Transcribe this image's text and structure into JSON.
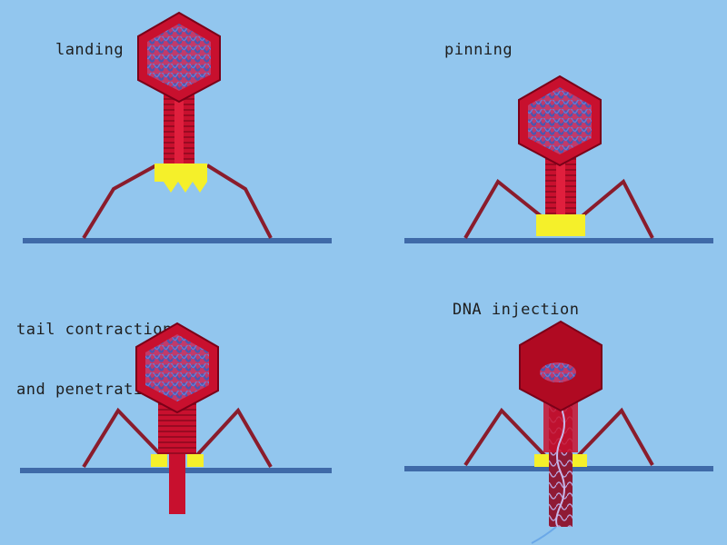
{
  "stages": [
    {
      "id": "landing",
      "caption_lines": [
        "landing"
      ]
    },
    {
      "id": "pinning",
      "caption_lines": [
        "pinning"
      ]
    },
    {
      "id": "tail-contraction",
      "caption_lines": [
        "tail contraction",
        "and penetration"
      ]
    },
    {
      "id": "dna-injection",
      "caption_lines": [
        "DNA injection"
      ]
    }
  ],
  "colors": {
    "background": "#92c6ee",
    "capsid": "#c8102e",
    "capsid_outline": "#7a0018",
    "dna_pattern": "#4b57b0",
    "tail": "#c8102e",
    "baseplate": "#f5f02a",
    "surface": "#3f6aa8",
    "legs": "#8a1c2c"
  }
}
